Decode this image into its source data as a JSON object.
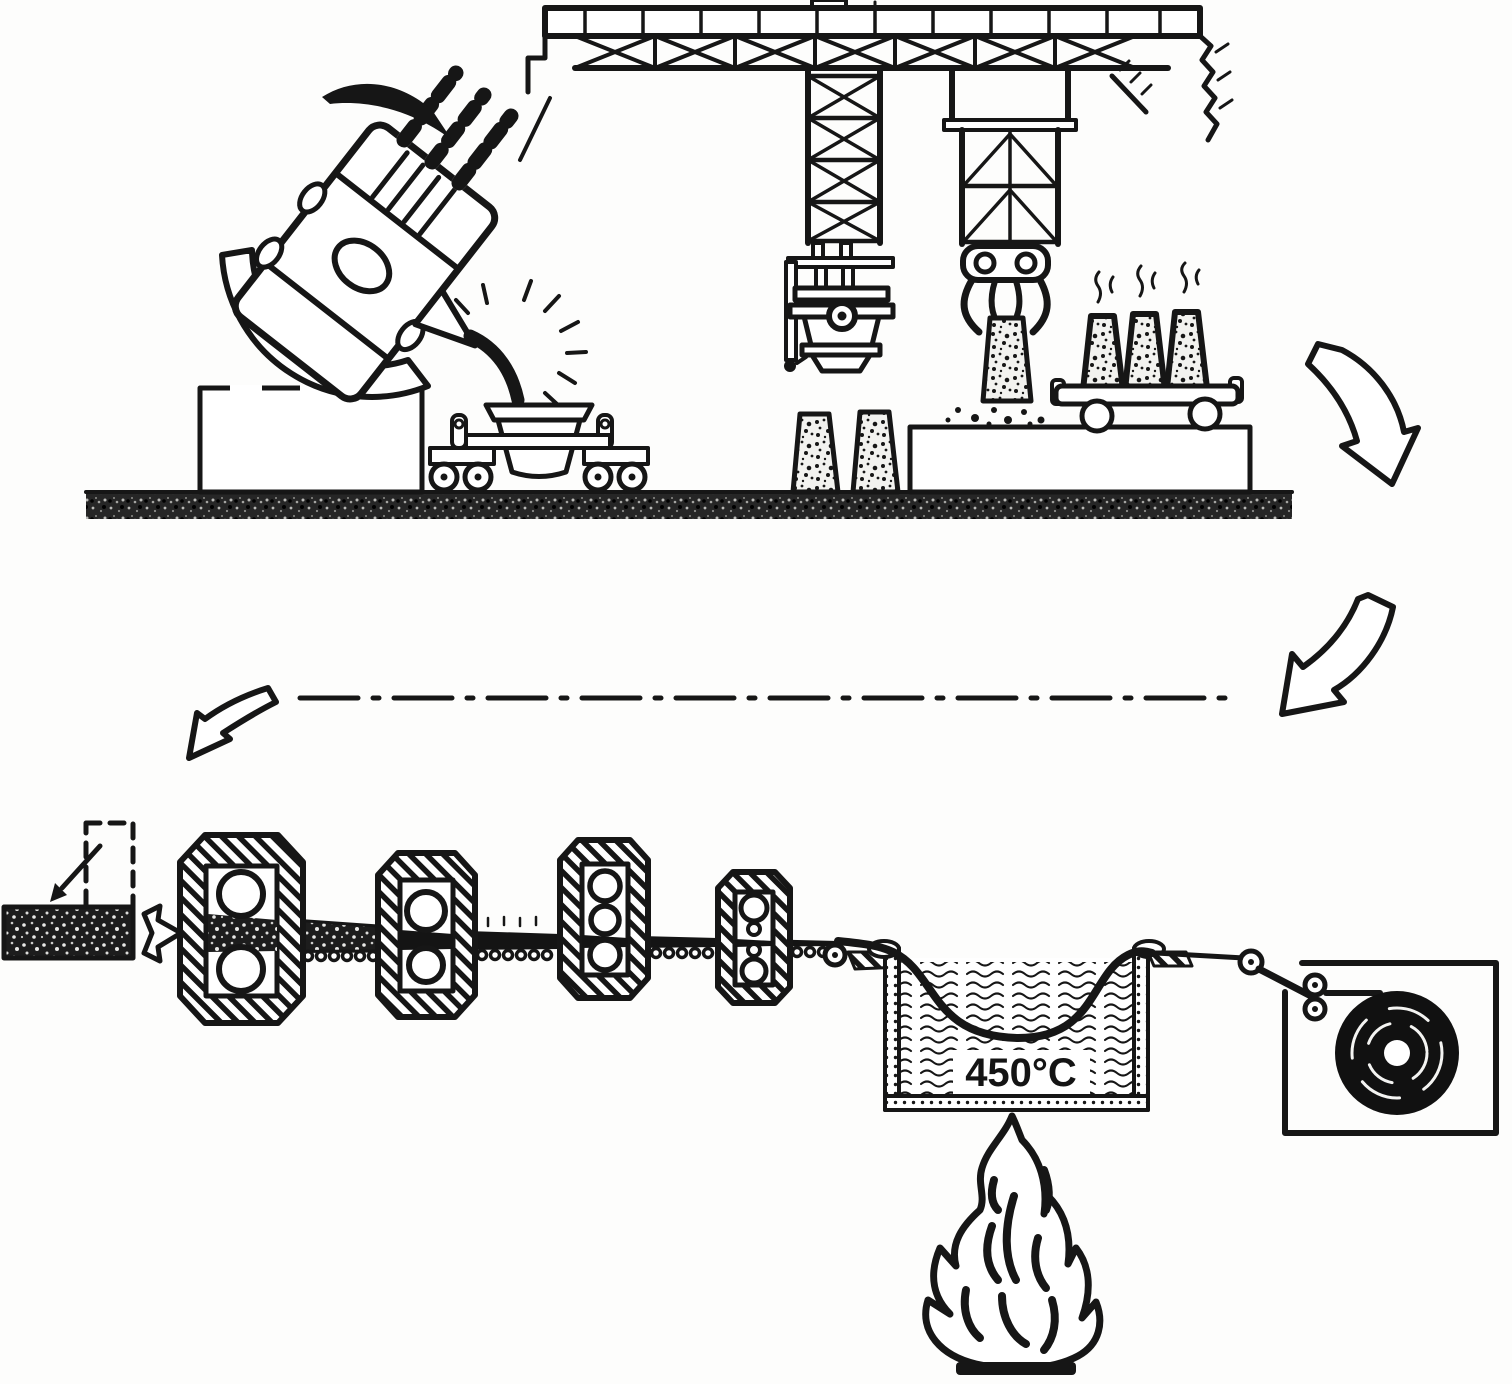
{
  "title": "Steel production process diagram (scanned illustration)",
  "colors": {
    "ink": "#161616",
    "paper": "#fdfdfc",
    "coil_fill": "#111111"
  },
  "labels": {
    "bath_temperature": "450°C"
  },
  "stages": {
    "top_row": [
      "tilting-converter-pouring",
      "slag-ladle-car",
      "converter-pedestal",
      "overhead-crane-bridge",
      "hanging-casting-ladle",
      "ingot-tongs-gripper",
      "standing-ingot-molds",
      "ingot-cart-with-hot-ingots",
      "platform",
      "ground"
    ],
    "bottom_row": [
      "ingot-dashed-outline",
      "entry-arrow",
      "billet",
      "block-arrow",
      "roll-stand-two-high",
      "roll-stand-two-high-2",
      "roll-stand-three-high",
      "roll-stand-four-high",
      "roller-table",
      "quench-bath-450C",
      "heating-flame",
      "guide-roller",
      "pinch-rollers",
      "coiler-box",
      "steel-coil"
    ]
  },
  "flow_arrows": [
    "arrow-down-right-from-top-row",
    "arrow-down-left-to-bottom-row",
    "arrow-down-left-at-mill-entry",
    "dash-dot-transfer-line"
  ]
}
